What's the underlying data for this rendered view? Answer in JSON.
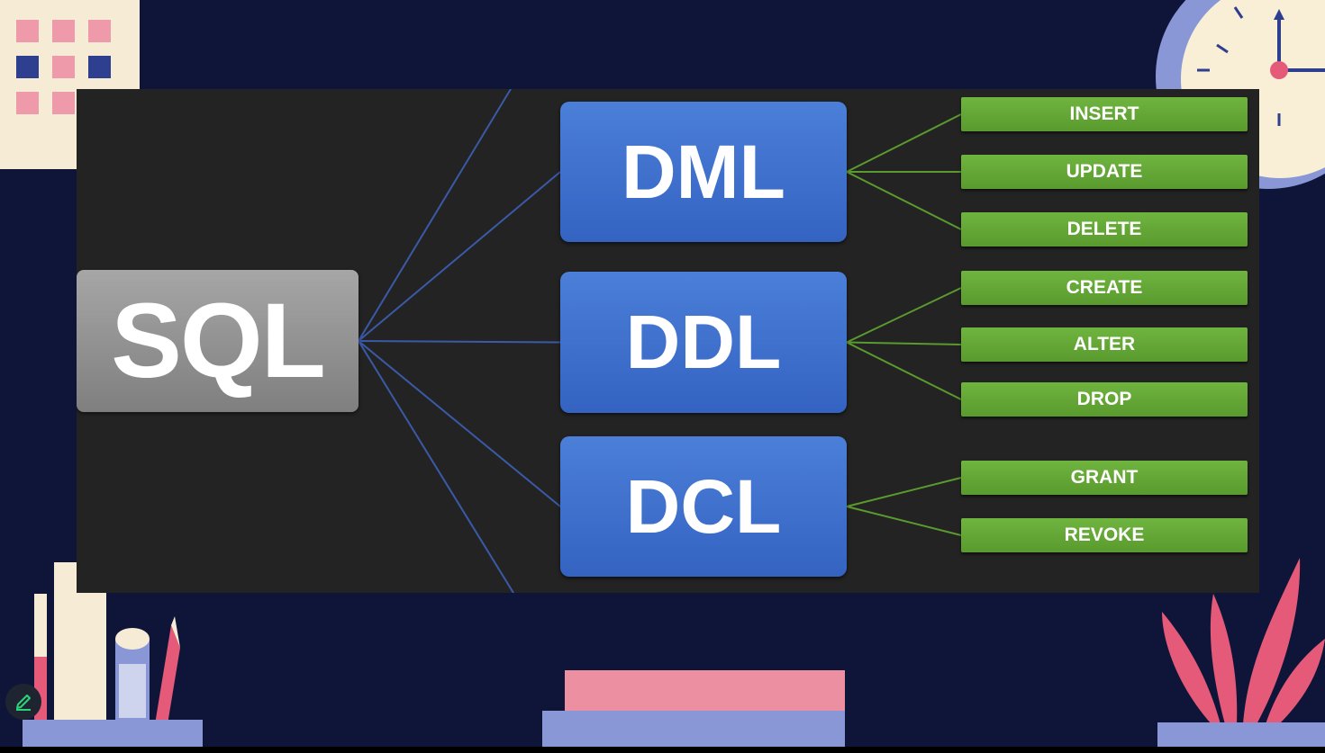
{
  "diagram": {
    "root": "SQL",
    "categories": [
      {
        "label": "DML",
        "commands": [
          "INSERT",
          "UPDATE",
          "DELETE"
        ]
      },
      {
        "label": "DDL",
        "commands": [
          "CREATE",
          "ALTER",
          "DROP"
        ]
      },
      {
        "label": "DCL",
        "commands": [
          "GRANT",
          "REVOKE"
        ]
      }
    ]
  },
  "colors": {
    "background": "#0f1539",
    "panel": "#232323",
    "root_node": "#8c8c8c",
    "category_node": "#3d6fd0",
    "command_node": "#63a535",
    "blue_connector": "#3a5aa8",
    "green_connector": "#5a9a2e"
  },
  "controls": {
    "edit_icon": "pencil-icon"
  }
}
